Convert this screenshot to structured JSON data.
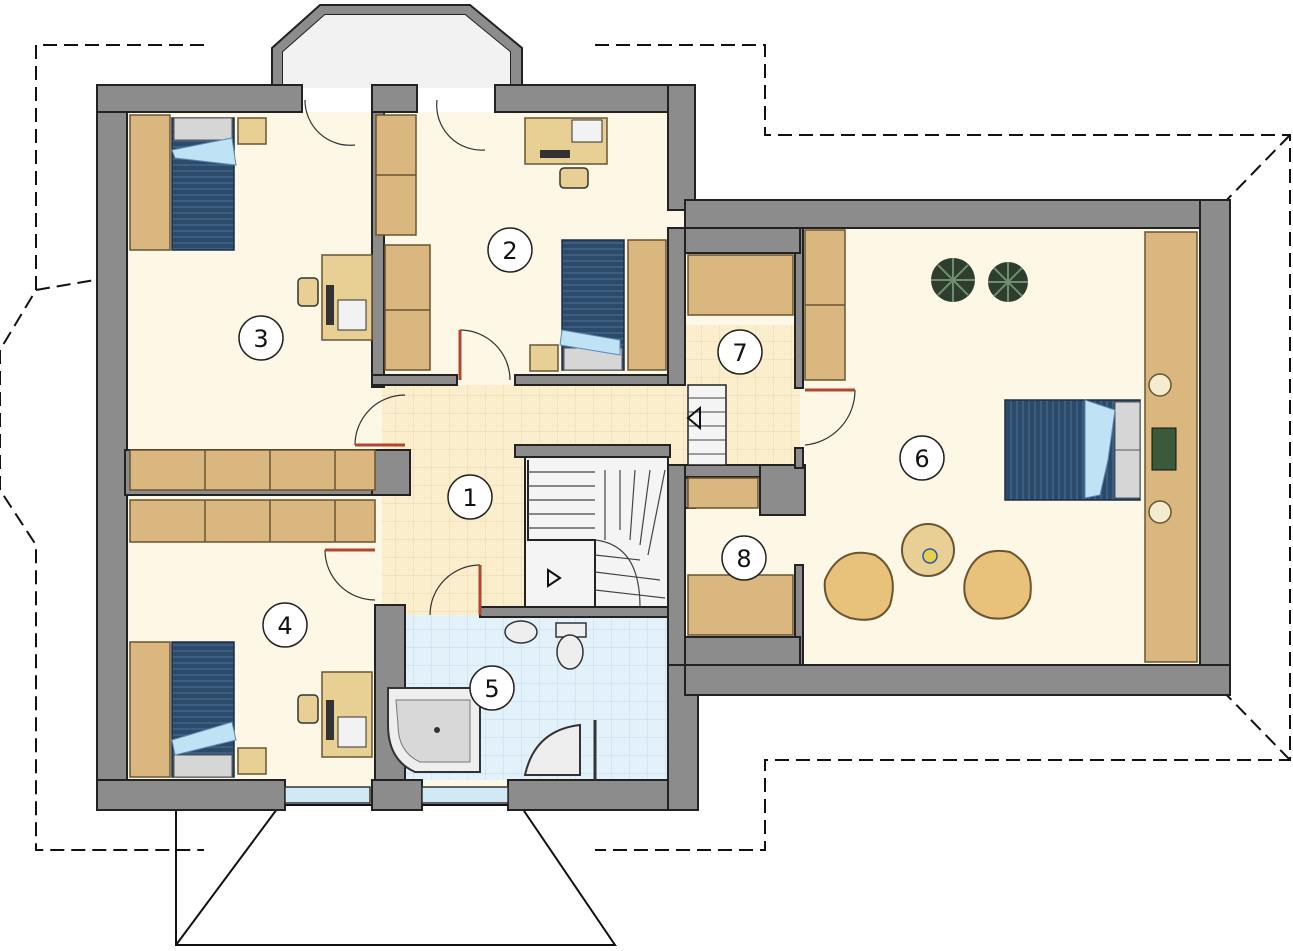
{
  "colors": {
    "wall": "#8c8c8c",
    "wall_outline": "#222222",
    "floor": "#fdf8e6",
    "hall_tile": "#fbeecd",
    "bath_tile": "#e3f1fb",
    "wardrobe": "#d9b77e",
    "bed": "#2c4a6a",
    "pillow": "#d6d6d6",
    "door_swing": "#b0472d"
  },
  "rooms": [
    {
      "id": "1",
      "label": "1"
    },
    {
      "id": "2",
      "label": "2"
    },
    {
      "id": "3",
      "label": "3"
    },
    {
      "id": "4",
      "label": "4"
    },
    {
      "id": "5",
      "label": "5"
    },
    {
      "id": "6",
      "label": "6"
    },
    {
      "id": "7",
      "label": "7"
    },
    {
      "id": "8",
      "label": "8"
    }
  ],
  "icons": {
    "bed": "bed-icon",
    "desk": "desk-icon",
    "chair": "chair-icon",
    "bathtub": "bathtub-icon",
    "toilet": "toilet-icon",
    "sink": "sink-icon",
    "plant": "plant-icon",
    "armchair": "armchair-icon",
    "stairs": "stairs-icon"
  }
}
